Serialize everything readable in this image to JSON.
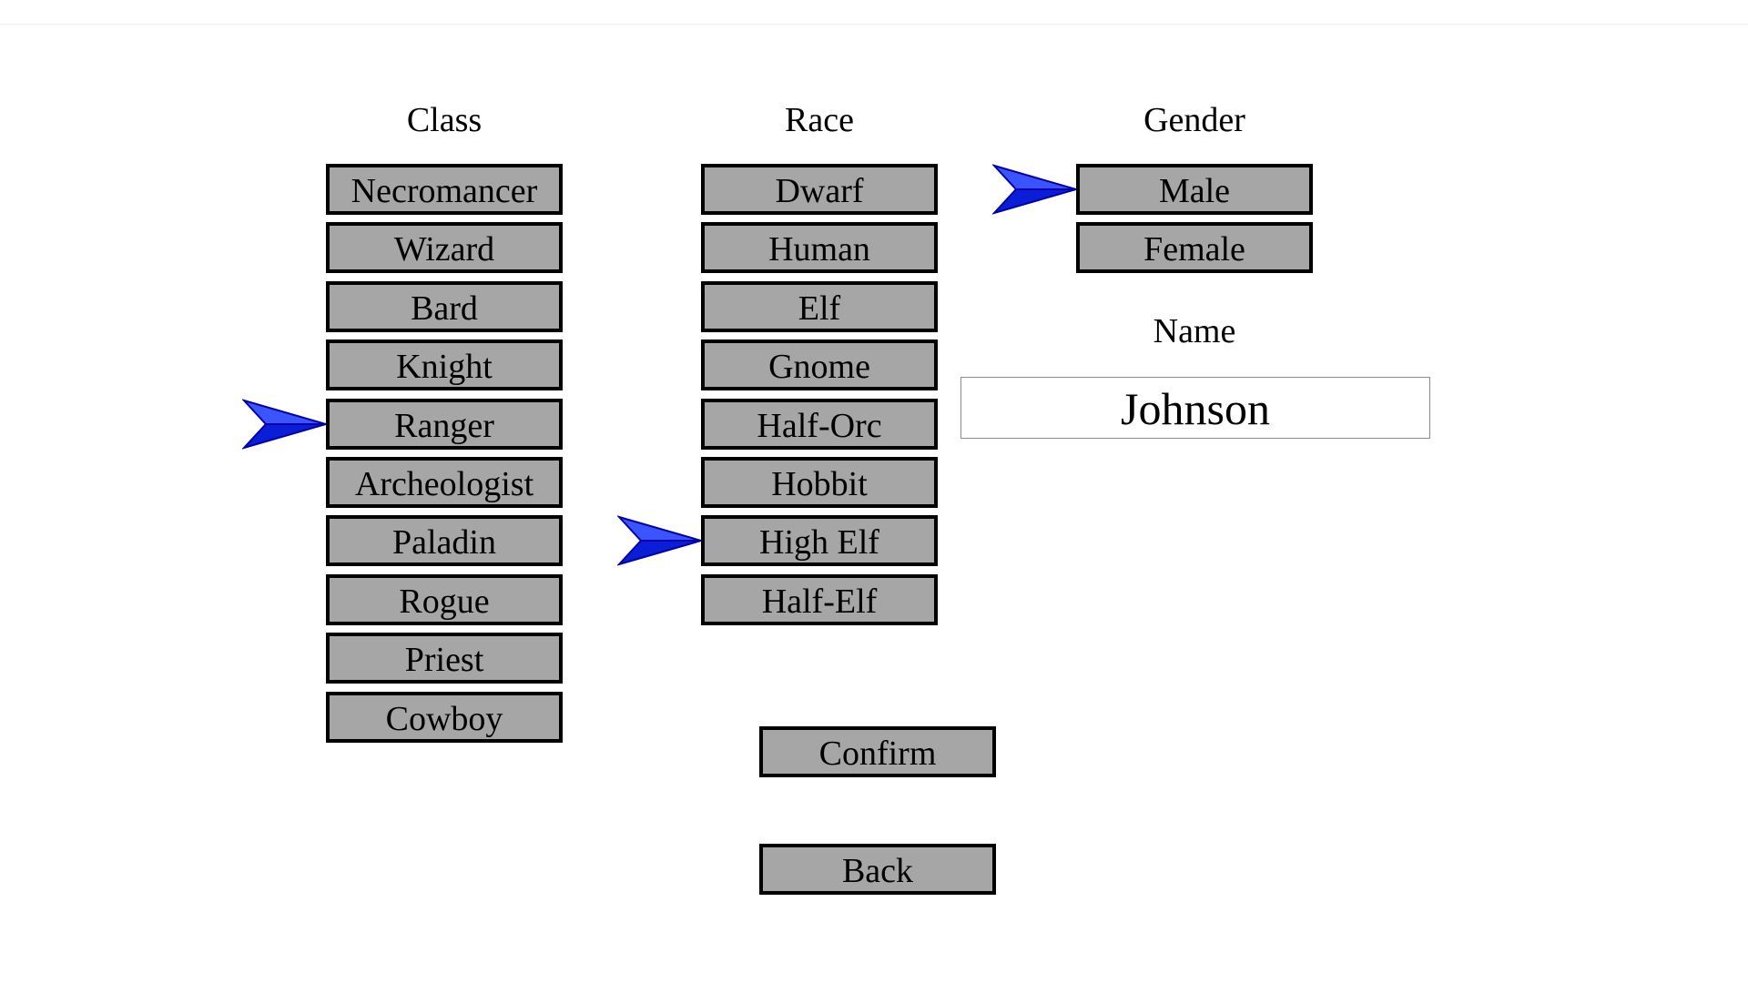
{
  "headings": {
    "class": "Class",
    "race": "Race",
    "gender": "Gender",
    "name": "Name"
  },
  "classes": [
    "Necromancer",
    "Wizard",
    "Bard",
    "Knight",
    "Ranger",
    "Archeologist",
    "Paladin",
    "Rogue",
    "Priest",
    "Cowboy"
  ],
  "races": [
    "Dwarf",
    "Human",
    "Elf",
    "Gnome",
    "Half-Orc",
    "Hobbit",
    "High Elf",
    "Half-Elf"
  ],
  "genders": [
    "Male",
    "Female"
  ],
  "selected": {
    "class": "Ranger",
    "race": "High Elf",
    "gender": "Male"
  },
  "name_value": "Johnson",
  "actions": {
    "confirm": "Confirm",
    "back": "Back"
  },
  "colors": {
    "button_fill": "#a6a6a6",
    "button_border": "#000000",
    "arrow_fill": "#1f3fff",
    "arrow_dark": "#0000a8"
  },
  "icons": {
    "selection_marker": "blue-arrowhead-icon"
  }
}
